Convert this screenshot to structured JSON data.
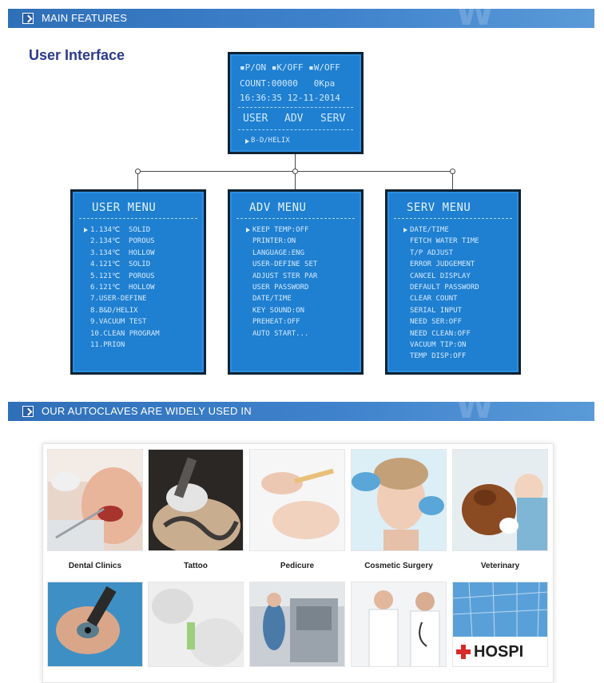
{
  "banners": {
    "features": "MAIN FEATURES",
    "uses": "OUR AUTOCLAVES ARE WIDELY USED IN"
  },
  "heading": "User Interface",
  "main_screen": {
    "status": "▪P/ON ▪K/OFF ▪W/OFF",
    "count": "COUNT:00000   0Kpa",
    "datetime": "16:36:35 12-11-2014",
    "tabs": [
      "USER",
      "ADV",
      "SERV"
    ],
    "selection": "B-D/HELIX"
  },
  "menus": [
    {
      "title": "USER MENU",
      "items": [
        "1.134℃  SOLID",
        "2.134℃  POROUS",
        "3.134℃  HOLLOW",
        "4.121℃  SOLID",
        "5.121℃  POROUS",
        "6.121℃  HOLLOW",
        "7.USER-DEFINE",
        "8.B&D/HELIX",
        "9.VACUUM TEST",
        "10.CLEAN PROGRAM",
        "11.PRION"
      ]
    },
    {
      "title": "ADV MENU",
      "items": [
        "KEEP TEMP:OFF",
        "PRINTER:ON",
        "LANGUAGE:ENG",
        "USER-DEFINE SET",
        "ADJUST STER PAR",
        "USER PASSWORD",
        "DATE/TIME",
        "KEY SOUND:ON",
        "PREHEAT:OFF",
        "AUTO START..."
      ]
    },
    {
      "title": "SERV MENU",
      "items": [
        "DATE/TIME",
        "FETCH WATER TIME",
        "T/P ADJUST",
        "ERROR JUDGEMENT",
        "CANCEL DISPLAY",
        "DEFAULT PASSWORD",
        "CLEAR COUNT",
        "SERIAL INPUT",
        "NEED SER:OFF",
        "NEED CLEAN:OFF",
        "VACUUM TIP:ON",
        "TEMP DISP:OFF"
      ]
    }
  ],
  "applications": [
    "Dental Clinics",
    "Tattoo",
    "Pedicure",
    "Cosmetic Surgery",
    "Veterinary"
  ],
  "sign_text": "HOSPI",
  "colors": {
    "banner": "#3f82cc",
    "lcd": "#1f7fd0",
    "lcd_border": "#0f2233",
    "heading": "#2c3a8c"
  }
}
